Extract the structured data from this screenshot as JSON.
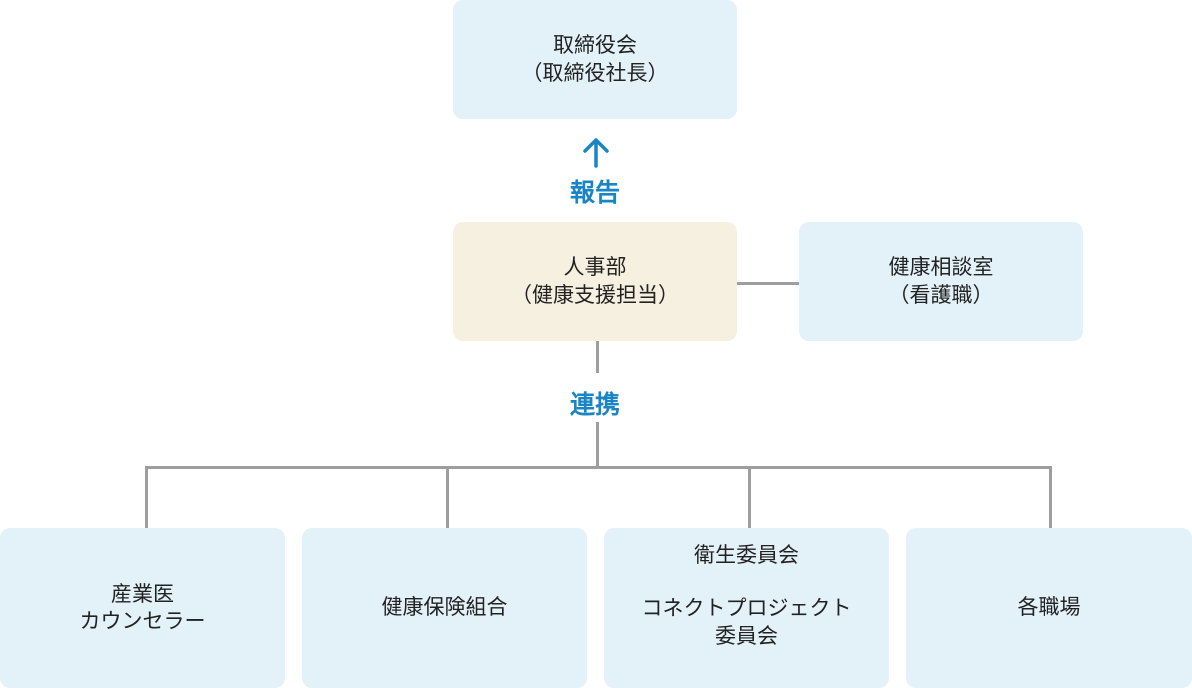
{
  "colors": {
    "box_blue": "#e3f1f9",
    "box_beige": "#f5f0df",
    "accent": "#1a85c5",
    "connector": "#9e9e9e"
  },
  "nodes": {
    "board": {
      "line1": "取締役会",
      "line2": "（取締役社長）"
    },
    "hr": {
      "line1": "人事部",
      "line2": "（健康支援担当）"
    },
    "consult": {
      "line1": "健康相談室",
      "line2": "（看護職）"
    },
    "doctor": {
      "line1": "産業医",
      "line2": "カウンセラー"
    },
    "insurance": {
      "line1": "健康保険組合"
    },
    "committee": {
      "line1": "衛生委員会",
      "line2": "コネクトプロジェクト",
      "line3": "委員会"
    },
    "workplaces": {
      "line1": "各職場"
    }
  },
  "edges": {
    "report": {
      "label": "報告",
      "icon": "arrow-up-icon"
    },
    "link": {
      "label": "連携"
    }
  }
}
